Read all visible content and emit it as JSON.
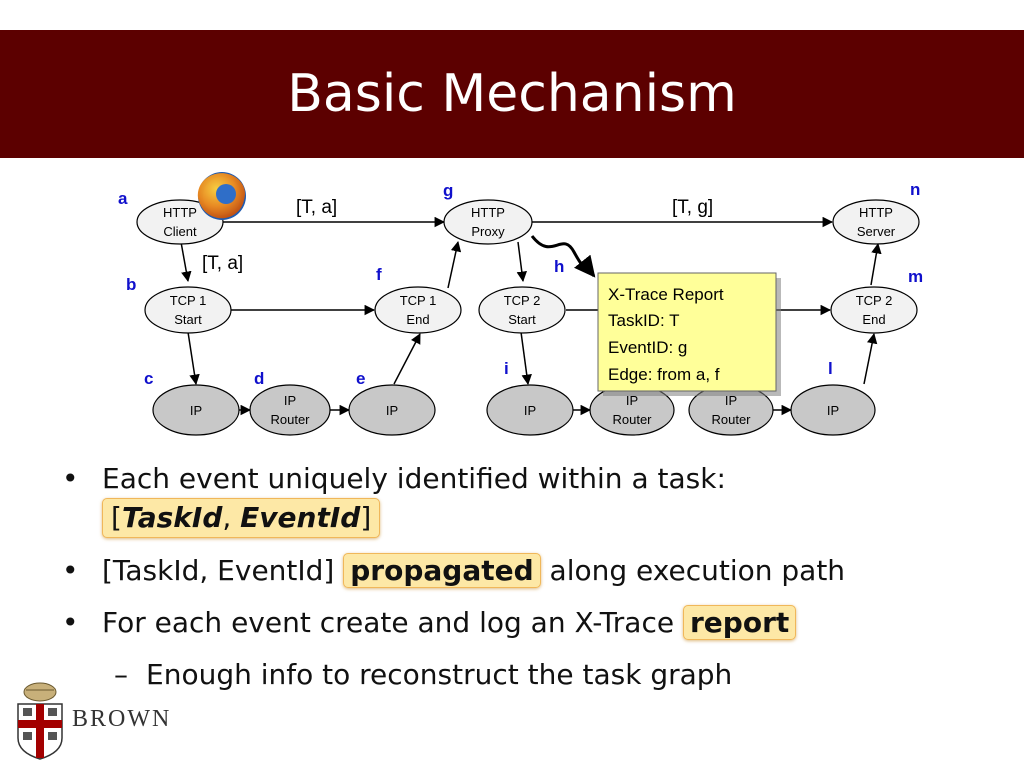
{
  "slide": {
    "title": "Basic Mechanism",
    "brand": "BROWN"
  },
  "diagram": {
    "nodes": {
      "http_client": [
        "HTTP",
        "Client"
      ],
      "http_proxy": [
        "HTTP",
        "Proxy"
      ],
      "http_server": [
        "HTTP",
        "Server"
      ],
      "tcp1_start": [
        "TCP 1",
        "Start"
      ],
      "tcp1_end": [
        "TCP 1",
        "End"
      ],
      "tcp2_start": [
        "TCP 2",
        "Start"
      ],
      "tcp2_end": [
        "TCP 2",
        "End"
      ],
      "ip_c": [
        "IP"
      ],
      "ip_router_d": [
        "IP",
        "Router"
      ],
      "ip_e": [
        "IP"
      ],
      "ip_i": [
        "IP"
      ],
      "ip_router_j": [
        "IP",
        "Router"
      ],
      "ip_router_k": [
        "IP",
        "Router"
      ],
      "ip_l": [
        "IP"
      ]
    },
    "letters": {
      "a": "a",
      "b": "b",
      "c": "c",
      "d": "d",
      "e": "e",
      "f": "f",
      "g": "g",
      "h": "h",
      "i": "i",
      "l": "l",
      "m": "m",
      "n": "n"
    },
    "edge_labels": {
      "client_proxy": "[T, a]",
      "client_tcp1": "[T, a]",
      "proxy_server": "[T, g]"
    },
    "report": {
      "line1": "X-Trace Report",
      "line2": "TaskID: T",
      "line3": "EventID: g",
      "line4": "Edge: from a, f"
    },
    "colors": {
      "letter": "#1010cc",
      "ip_fill": "#c8c8c8",
      "ellipse_fill": "#f2f2f2",
      "report_fill": "#ffff99"
    }
  },
  "bullets": {
    "b1_text": "Each event uniquely identified within a task:",
    "b1_open": "[",
    "b1_taskid": "TaskId",
    "b1_comma": ", ",
    "b1_eventid": "EventId",
    "b1_close": "]",
    "b2_pre": "[TaskId, EventId] ",
    "b2_hl": "propagated",
    "b2_post": " along execution path",
    "b3_pre": "For each event create and log an X-Trace ",
    "b3_hl": "report",
    "sub1": "Enough info to reconstruct the task graph"
  }
}
